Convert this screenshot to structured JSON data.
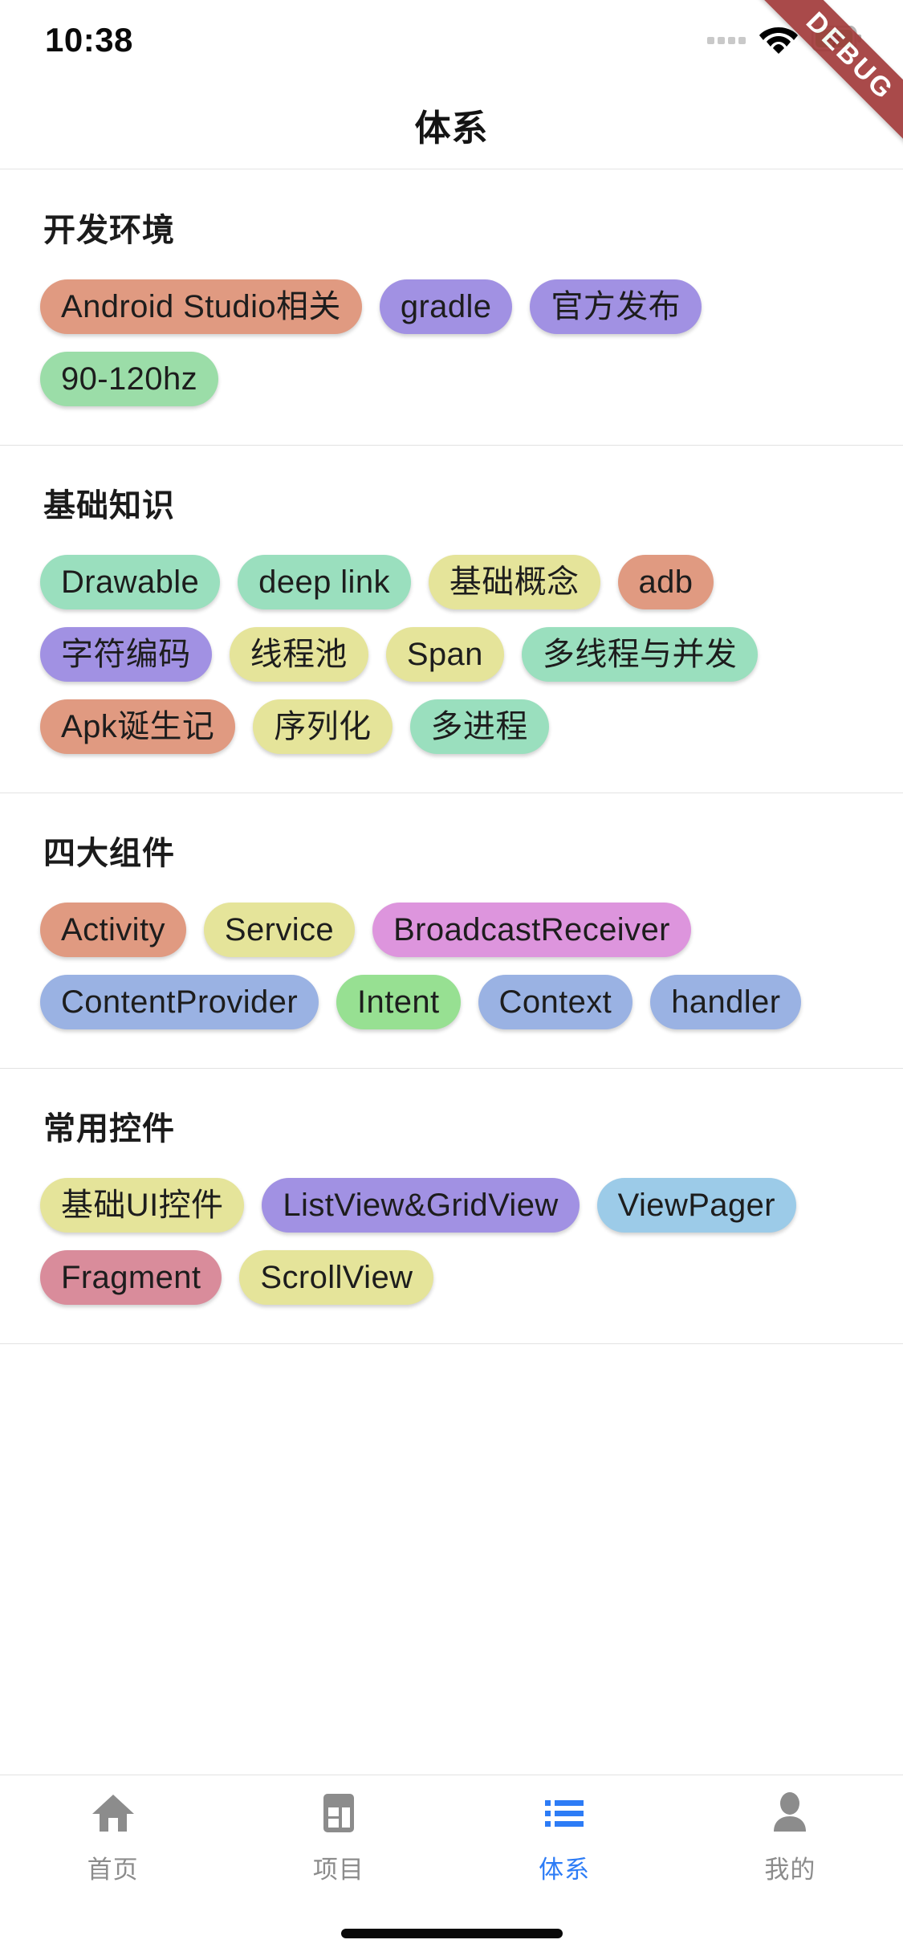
{
  "status_bar": {
    "time": "10:38",
    "icons": [
      "signal-dots-icon",
      "wifi-icon",
      "battery-charging-icon"
    ]
  },
  "debug_ribbon": {
    "label": "DEBUG",
    "color": "#a23b3b"
  },
  "app_bar": {
    "title": "体系"
  },
  "theme": {
    "accent": "#2d7cf6",
    "inactive": "#8c8c8c",
    "divider": "#e2e2e2",
    "text": "#1b1b1b",
    "background": "#ffffff"
  },
  "tag_colors": {
    "salmon": "#e09a81",
    "purple": "#a191e3",
    "green": "#9bdda8",
    "mint": "#9adfbe",
    "yellow": "#e5e49a",
    "blue": "#9ab2e3",
    "sky": "#9ccbe8",
    "pink": "#dd95dd",
    "rose": "#d98c9b",
    "lightgreen": "#97e092"
  },
  "sections": [
    {
      "title": "开发环境",
      "tags": [
        {
          "label": "Android Studio相关",
          "color": "#e09a81"
        },
        {
          "label": "gradle",
          "color": "#a191e3"
        },
        {
          "label": "官方发布",
          "color": "#a191e3"
        },
        {
          "label": "90-120hz",
          "color": "#9bdda8"
        }
      ]
    },
    {
      "title": "基础知识",
      "tags": [
        {
          "label": "Drawable",
          "color": "#9adfbe"
        },
        {
          "label": "deep link",
          "color": "#9adfbe"
        },
        {
          "label": "基础概念",
          "color": "#e5e49a"
        },
        {
          "label": "adb",
          "color": "#e09a81"
        },
        {
          "label": "字符编码",
          "color": "#a191e3"
        },
        {
          "label": "线程池",
          "color": "#e5e49a"
        },
        {
          "label": "Span",
          "color": "#e5e49a"
        },
        {
          "label": "多线程与并发",
          "color": "#9adfbe"
        },
        {
          "label": "Apk诞生记",
          "color": "#e09a81"
        },
        {
          "label": "序列化",
          "color": "#e5e49a"
        },
        {
          "label": "多进程",
          "color": "#9adfbe"
        }
      ]
    },
    {
      "title": "四大组件",
      "tags": [
        {
          "label": "Activity",
          "color": "#e09a81"
        },
        {
          "label": "Service",
          "color": "#e5e49a"
        },
        {
          "label": "BroadcastReceiver",
          "color": "#dd95dd"
        },
        {
          "label": "ContentProvider",
          "color": "#9ab2e3"
        },
        {
          "label": "Intent",
          "color": "#97e092"
        },
        {
          "label": "Context",
          "color": "#9ab2e3"
        },
        {
          "label": "handler",
          "color": "#9ab2e3"
        }
      ]
    },
    {
      "title": "常用控件",
      "tags": [
        {
          "label": "基础UI控件",
          "color": "#e5e49a"
        },
        {
          "label": "ListView&GridView",
          "color": "#a191e3"
        },
        {
          "label": "ViewPager",
          "color": "#9ccbe8"
        },
        {
          "label": "Fragment",
          "color": "#d98c9b"
        },
        {
          "label": "ScrollView",
          "color": "#e5e49a"
        }
      ]
    }
  ],
  "bottom_nav": {
    "active_index": 2,
    "items": [
      {
        "label": "首页",
        "icon": "home-icon"
      },
      {
        "label": "项目",
        "icon": "dashboard-icon"
      },
      {
        "label": "体系",
        "icon": "list-icon"
      },
      {
        "label": "我的",
        "icon": "person-icon"
      }
    ]
  }
}
